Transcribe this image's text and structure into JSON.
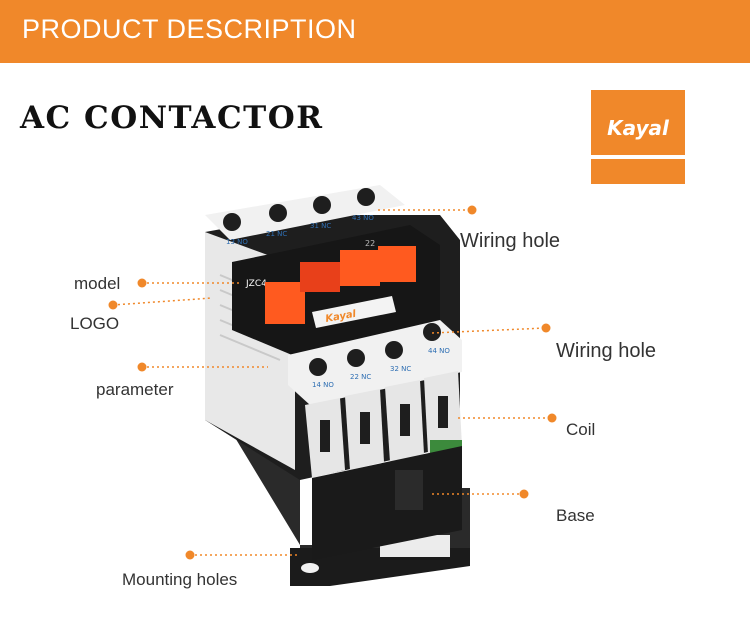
{
  "banner": {
    "title": "PRODUCT DESCRIPTION"
  },
  "page": {
    "title": "AC CONTACTOR"
  },
  "brand": {
    "logo_text": "Kayal"
  },
  "product": {
    "model_marking": "JZC4",
    "top_terminals": [
      "13 NO",
      "21 NC",
      "31 NC",
      "43 NO"
    ],
    "bottom_terminals": [
      "14 NO",
      "22 NC",
      "32 NC",
      "44 NO"
    ],
    "side_marking": "22",
    "body_logo": "Kayal"
  },
  "callouts": {
    "model": "model",
    "logo": "LOGO",
    "parameter": "parameter",
    "wiring_hole_top": "Wiring hole",
    "wiring_hole_right": "Wiring hole",
    "coil": "Coil",
    "base": "Base",
    "mounting_holes": "Mounting holes"
  },
  "colors": {
    "accent": "#f0882a",
    "leader": "#f0882a",
    "body_dark": "#1e1e1e",
    "body_light": "#e9e9e9"
  }
}
